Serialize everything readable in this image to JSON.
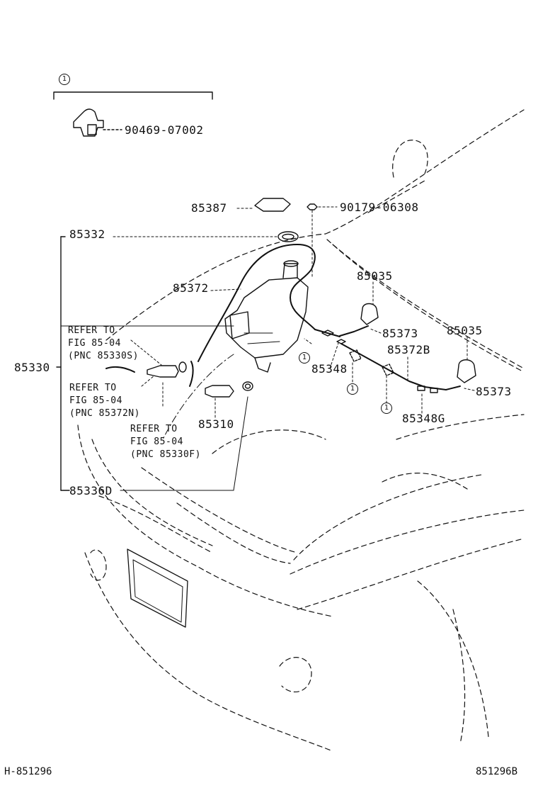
{
  "legend": {
    "circle_number": "1",
    "clip_part": "90469-07002"
  },
  "parts": {
    "p85387": "85387",
    "p90179": "90179-06308",
    "p85332": "85332",
    "p85372": "85372",
    "p85035a": "85035",
    "p85373a": "85373",
    "p85035b": "85035",
    "p85372B": "85372B",
    "p85348": "85348",
    "p85373b": "85373",
    "p85330": "85330",
    "p85348G": "85348G",
    "p85310": "85310",
    "p85336D": "85336D"
  },
  "refs": {
    "r1": {
      "line1": "REFER TO",
      "line2": "FIG 85-04",
      "line3": "(PNC 85330S)"
    },
    "r2": {
      "line1": "REFER TO",
      "line2": "FIG 85-04",
      "line3": "(PNC 85372N)"
    },
    "r3": {
      "line1": "REFER TO",
      "line2": "FIG 85-04",
      "line3": "(PNC 85330F)"
    }
  },
  "callouts": {
    "c1": "1",
    "c2": "1",
    "c3": "1"
  },
  "footer": {
    "left": "H-851296",
    "right": "851296B"
  }
}
